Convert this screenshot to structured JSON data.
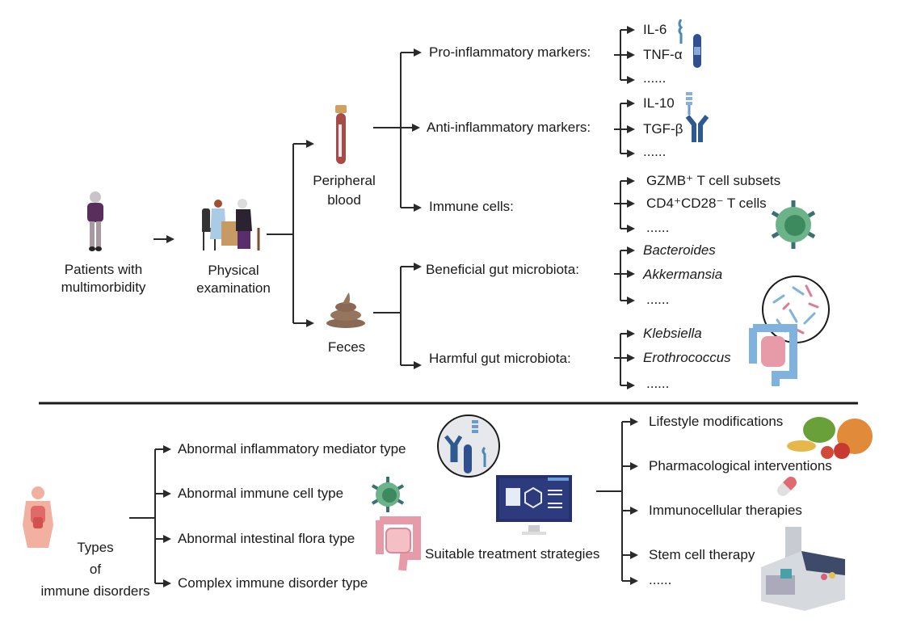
{
  "top": {
    "patients": "Patients with multimorbidity",
    "patients_l1": "Patients with",
    "patients_l2": "multimorbidity",
    "exam_l1": "Physical",
    "exam_l2": "examination",
    "blood_l1": "Peripheral",
    "blood_l2": "blood",
    "feces": "Feces",
    "blood_branches": [
      {
        "label": "Pro-inflammatory markers:",
        "items": [
          "IL-6",
          "TNF-α",
          "......"
        ]
      },
      {
        "label": "Anti-inflammatory markers:",
        "items": [
          "IL-10",
          "TGF-β",
          "......"
        ]
      },
      {
        "label": "Immune cells:",
        "items": [
          "GZMB⁺  T cell subsets",
          "CD4⁺CD28⁻  T cells",
          "......"
        ]
      }
    ],
    "feces_branches": [
      {
        "label": "Beneficial gut microbiota:",
        "items": [
          "Bacteroides",
          "Akkermansia",
          "......"
        ]
      },
      {
        "label": "Harmful gut microbiota:",
        "items": [
          "Klebsiella",
          "Erothrococcus",
          "......"
        ]
      }
    ]
  },
  "bottom": {
    "types_l1": "Types",
    "types_l2": "of",
    "types_l3": "immune disorders",
    "disorder_types": [
      "Abnormal inflammatory mediator type",
      "Abnormal immune cell type",
      "Abnormal intestinal flora type",
      "Complex immune disorder type"
    ],
    "strategy_label": "Suitable treatment strategies",
    "treatments": [
      "Lifestyle modifications",
      "Pharmacological interventions",
      "Immunocellular therapies",
      "Stem cell therapy",
      "......"
    ]
  },
  "colors": {
    "line": "#2a2a2a",
    "blood": "#a84a48",
    "feces": "#8a6a55",
    "cell": "#4a9a6a",
    "cytokine": "#2f5a8f",
    "gut_pink": "#e79aa8",
    "gut_blue": "#7fb2de",
    "monitor": "#26306b"
  }
}
